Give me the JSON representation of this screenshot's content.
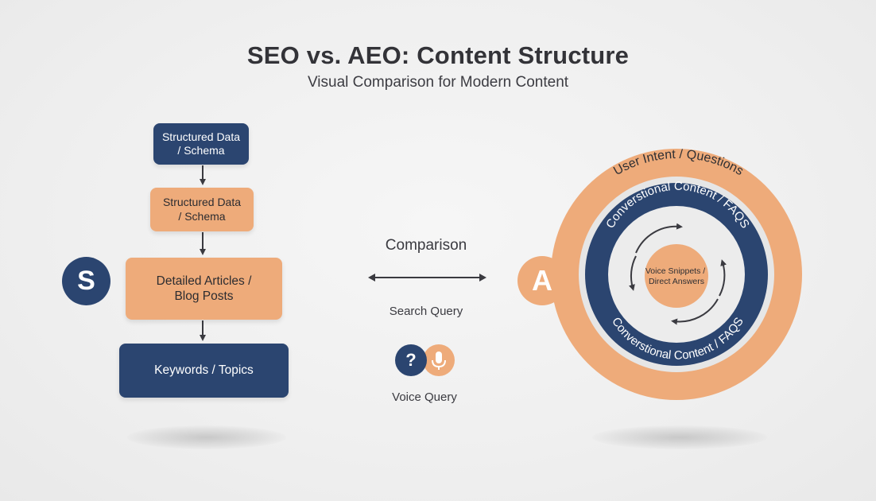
{
  "title": "SEO vs. AEO: Content Structure",
  "subtitle": "Visual Comparison for Modern Content",
  "seo": {
    "badge": "S",
    "boxes": [
      "Structured Data\n/ Schema",
      "Structured Data\n/ Schema",
      "Detailed Articles /\nBlog Posts",
      "Keywords / Topics"
    ]
  },
  "middle": {
    "comparison": "Comparison",
    "search_query": "Search Query",
    "question_mark": "?",
    "voice_query": "Voice Query",
    "icons": [
      "question-icon",
      "microphone-icon",
      "double-arrow-icon"
    ]
  },
  "aeo": {
    "badge": "A",
    "outer_ring": "User Intent / Questions",
    "middle_ring_top": "Converstional Content / FAQS",
    "middle_ring_bottom": "Converstional Content / FAQS",
    "center": "Voice Snippets /\nDirect Answers"
  },
  "colors": {
    "navy": "#2b4570",
    "orange": "#eeab7a",
    "background": "#efefef",
    "text": "#333338"
  }
}
